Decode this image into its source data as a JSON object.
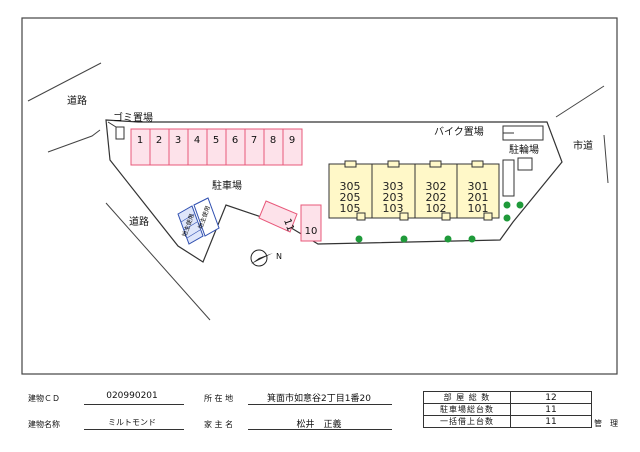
{
  "labels": {
    "road_top": "道路",
    "road_left": "道路",
    "city_road": "市道",
    "garbage": "ゴミ置場",
    "bike_parking": "バイク置場",
    "bicycle_parking": "駐輪場",
    "parking_lot": "駐車場"
  },
  "parking_top": [
    "1",
    "2",
    "3",
    "4",
    "5",
    "6",
    "7",
    "8",
    "9"
  ],
  "parking_right": [
    "11",
    "10"
  ],
  "blue_spaces": [
    "地主使用",
    "地主使用"
  ],
  "building": {
    "units": [
      {
        "top": "305",
        "mid": "205",
        "bot": "105"
      },
      {
        "top": "303",
        "mid": "203",
        "bot": "103"
      },
      {
        "top": "302",
        "mid": "202",
        "bot": "102"
      },
      {
        "top": "301",
        "mid": "201",
        "bot": "101"
      }
    ]
  },
  "north_mark": "N",
  "colors": {
    "parking": "#e8587a",
    "parking_fill": "#fde2ea",
    "building": "#fff8c8",
    "tree": "#1f9a3a",
    "blue": "#2f4fb0"
  },
  "footer": {
    "building_cd_label": "建物ＣＤ",
    "building_cd": "020990201",
    "building_name_label": "建物名称",
    "building_name": "ミルトモンド",
    "address_label": "所 在 地",
    "address": "箕面市如意谷2丁目1番20",
    "owner_label": "家 主 名",
    "owner": "松井　正義",
    "summary": [
      {
        "label": "部 屋 総 数",
        "value": "12"
      },
      {
        "label": "駐車場総台数",
        "value": "11"
      },
      {
        "label": "一括借上台数",
        "value": "11"
      }
    ],
    "management_label": "管　理"
  }
}
